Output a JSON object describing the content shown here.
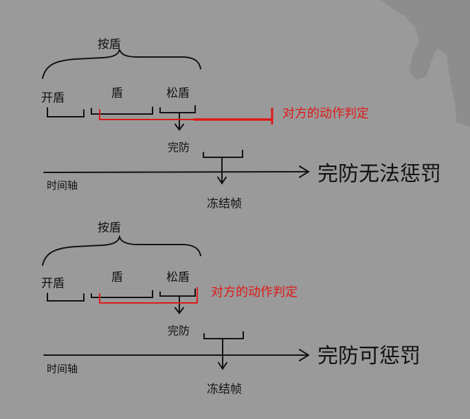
{
  "colors": {
    "background": "#9a9a9a",
    "shadow_shape": "#8c8c8c",
    "ink": "#111111",
    "red": "#e01818"
  },
  "diagram_top": {
    "hold_shield": "按盾",
    "open_shield": "开盾",
    "shield": "盾",
    "release_shield": "松盾",
    "opponent_action": "对方的动作判定",
    "perfect_defense": "完防",
    "timeline": "时间轴",
    "freeze_frame": "冻结帧",
    "result": "完防无法惩罚"
  },
  "diagram_bottom": {
    "hold_shield": "按盾",
    "open_shield": "开盾",
    "shield": "盾",
    "release_shield": "松盾",
    "opponent_action": "对方的动作判定",
    "perfect_defense": "完防",
    "timeline": "时间轴",
    "freeze_frame": "冻结帧",
    "result": "完防可惩罚"
  }
}
